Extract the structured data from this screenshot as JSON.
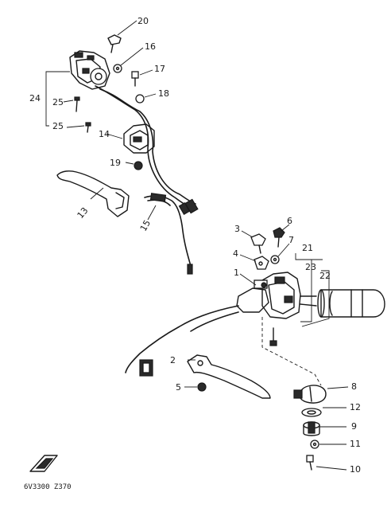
{
  "caption": "6V3300 Z370",
  "callouts": [
    "1",
    "2",
    "3",
    "4",
    "5",
    "6",
    "7",
    "8",
    "9",
    "10",
    "11",
    "12",
    "13",
    "14",
    "15",
    "16",
    "17",
    "18",
    "19",
    "20",
    "21",
    "22",
    "23",
    "24",
    "25",
    "25"
  ],
  "colors": {
    "ink": "#1a1a1a",
    "paper": "#ffffff"
  }
}
